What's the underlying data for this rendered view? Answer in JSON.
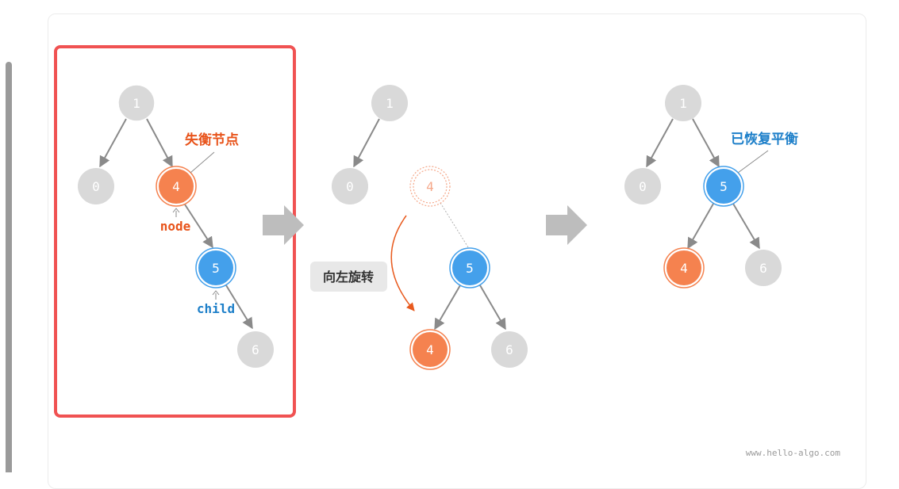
{
  "colors": {
    "gray_fill": "#d9d9d9",
    "gray_text": "#ffffff",
    "orange": "#f5824f",
    "blue": "#44a0eb",
    "edge": "#8a8a8a",
    "highlight_box": "#f05252",
    "label_orange": "#e8531a",
    "label_blue": "#1d7fc9",
    "arrow_gray": "#bdbdbd",
    "pill_bg": "#e8e8e8",
    "curve_arrow": "#e85a1e",
    "watermark": "#9a9a9a"
  },
  "panels": [
    {
      "nodes": [
        {
          "id": "p1-n1",
          "label": "1",
          "style": "gray"
        },
        {
          "id": "p1-n0",
          "label": "0",
          "style": "gray"
        },
        {
          "id": "p1-n4",
          "label": "4",
          "style": "orange"
        },
        {
          "id": "p1-n5",
          "label": "5",
          "style": "blue"
        },
        {
          "id": "p1-n6",
          "label": "6",
          "style": "gray"
        }
      ],
      "labels": {
        "unbalanced": "失衡节点",
        "node": "node",
        "child": "child"
      }
    },
    {
      "nodes": [
        {
          "id": "p2-n1",
          "label": "1",
          "style": "gray"
        },
        {
          "id": "p2-n0",
          "label": "0",
          "style": "gray"
        },
        {
          "id": "p2-ghost4",
          "label": "4",
          "style": "ghost"
        },
        {
          "id": "p2-n5",
          "label": "5",
          "style": "blue"
        },
        {
          "id": "p2-n4",
          "label": "4",
          "style": "orange"
        },
        {
          "id": "p2-n6",
          "label": "6",
          "style": "gray"
        }
      ],
      "labels": {
        "rotate": "向左旋转"
      }
    },
    {
      "nodes": [
        {
          "id": "p3-n1",
          "label": "1",
          "style": "gray"
        },
        {
          "id": "p3-n0",
          "label": "0",
          "style": "gray"
        },
        {
          "id": "p3-n5",
          "label": "5",
          "style": "blue"
        },
        {
          "id": "p3-n4",
          "label": "4",
          "style": "orange"
        },
        {
          "id": "p3-n6",
          "label": "6",
          "style": "gray"
        }
      ],
      "labels": {
        "balanced": "已恢复平衡"
      }
    }
  ],
  "watermark": "www.hello-algo.com"
}
